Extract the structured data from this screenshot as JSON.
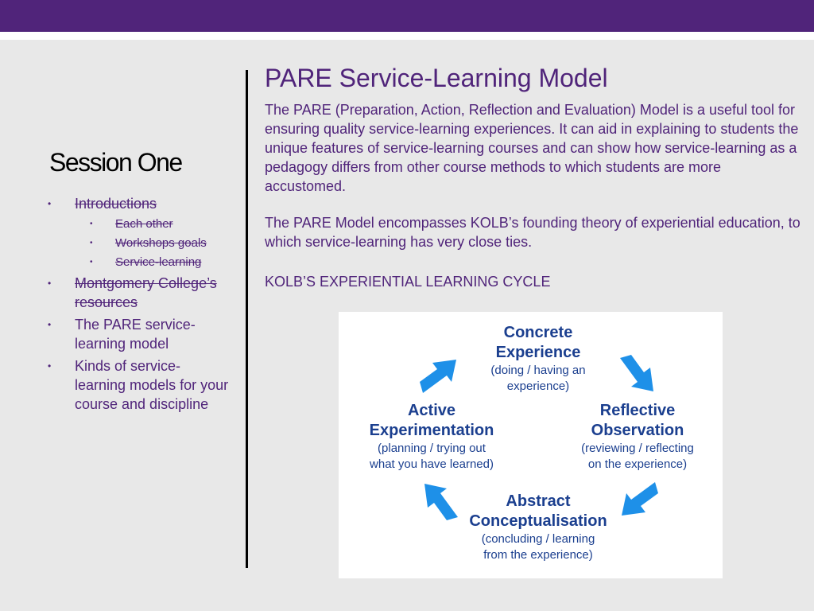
{
  "header": {
    "color": "#50247a"
  },
  "sidebar": {
    "title": "Session One",
    "items": [
      {
        "label": "Introductions",
        "struck": true,
        "children": [
          {
            "label": "Each other",
            "struck": true
          },
          {
            "label": "Workshops goals",
            "struck": true
          },
          {
            "label": "Service-learning",
            "struck": true
          }
        ]
      },
      {
        "label": "Montgomery College’s resources",
        "struck": true
      },
      {
        "label": "The PARE service-learning model",
        "struck": false
      },
      {
        "label": "Kinds of service-learning models for your course and discipline",
        "struck": false
      }
    ],
    "bullet": "•"
  },
  "main": {
    "title": "PARE Service-Learning Model",
    "paragraph1": "The PARE (Preparation, Action, Reflection and Evaluation) Model is a useful tool for ensuring quality service-learning experiences. It can aid in explaining to students the unique features of service-learning courses and can show how service-learning as a pedagogy differs from other course methods to which students are more accustomed.",
    "paragraph2": "The PARE Model encompasses KOLB’s founding theory of experiential education, to which service-learning has very close ties.",
    "cycle_heading": "KOLB’S EXPERIENTIAL LEARNING CYCLE"
  },
  "diagram": {
    "arrow_color": "#1e90e8",
    "text_color": "#1b3f8f",
    "nodes": {
      "concrete": {
        "title1": "Concrete",
        "title2": "Experience",
        "desc1": "(doing / having an",
        "desc2": "experience)"
      },
      "reflective": {
        "title1": "Reflective",
        "title2": "Observation",
        "desc1": "(reviewing / reflecting",
        "desc2": "on the experience)"
      },
      "abstract": {
        "title1": "Abstract",
        "title2": "Conceptualisation",
        "desc1": "(concluding / learning",
        "desc2": "from the experience)"
      },
      "active": {
        "title1": "Active",
        "title2": "Experimentation",
        "desc1": "(planning / trying out",
        "desc2": "what you have learned)"
      }
    }
  }
}
